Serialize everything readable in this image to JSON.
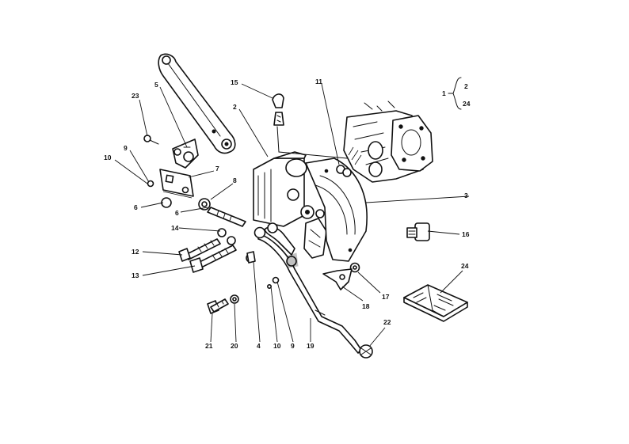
{
  "diagram": {
    "callouts": [
      {
        "id": "c1",
        "text": "1"
      },
      {
        "id": "c2",
        "text": "2"
      },
      {
        "id": "c2b",
        "text": "2"
      },
      {
        "id": "c24b",
        "text": "24"
      },
      {
        "id": "c3",
        "text": "3"
      },
      {
        "id": "c4",
        "text": "4"
      },
      {
        "id": "c5",
        "text": "5"
      },
      {
        "id": "c6",
        "text": "6"
      },
      {
        "id": "c6b",
        "text": "6"
      },
      {
        "id": "c7",
        "text": "7"
      },
      {
        "id": "c8",
        "text": "8"
      },
      {
        "id": "c9",
        "text": "9"
      },
      {
        "id": "c9b",
        "text": "9"
      },
      {
        "id": "c10",
        "text": "10"
      },
      {
        "id": "c10b",
        "text": "10"
      },
      {
        "id": "c11",
        "text": "11"
      },
      {
        "id": "c12",
        "text": "12"
      },
      {
        "id": "c13",
        "text": "13"
      },
      {
        "id": "c14",
        "text": "14"
      },
      {
        "id": "c15",
        "text": "15"
      },
      {
        "id": "c16",
        "text": "16"
      },
      {
        "id": "c17",
        "text": "17"
      },
      {
        "id": "c18",
        "text": "18"
      },
      {
        "id": "c19",
        "text": "19"
      },
      {
        "id": "c20",
        "text": "20"
      },
      {
        "id": "c21",
        "text": "21"
      },
      {
        "id": "c22",
        "text": "22"
      },
      {
        "id": "c23",
        "text": "23"
      },
      {
        "id": "c24",
        "text": "24"
      }
    ]
  }
}
